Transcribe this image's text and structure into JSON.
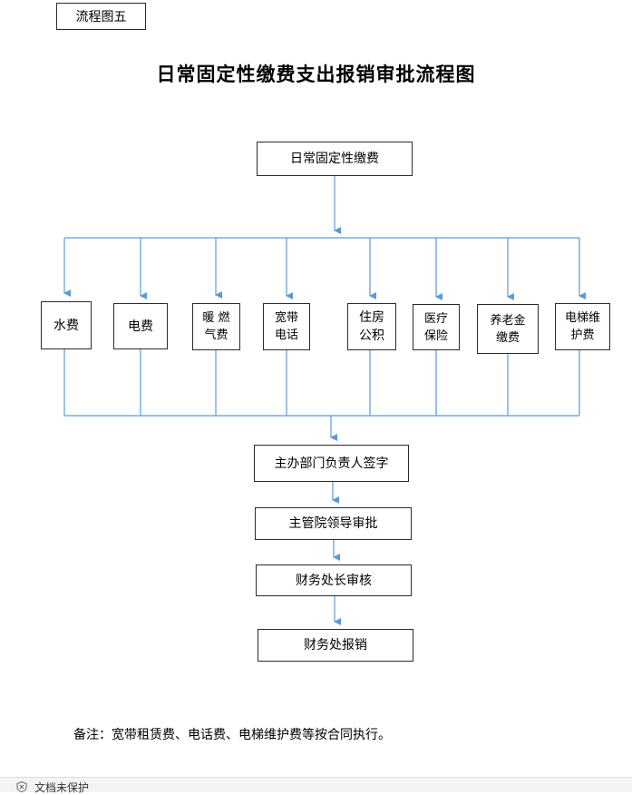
{
  "tag": "流程图五",
  "title": "日常固定性缴费支出报销审批流程图",
  "start": "日常固定性缴费",
  "categories": [
    {
      "name": "水费"
    },
    {
      "name": "电费"
    },
    {
      "name": "暖 燃\n气费"
    },
    {
      "name": "宽带\n电话"
    },
    {
      "name": "住房\n公积"
    },
    {
      "name": "医疗\n保险"
    },
    {
      "name": "养老金\n缴费"
    },
    {
      "name": "电梯维\n护费"
    }
  ],
  "steps": [
    "主办部门负责人签字",
    "主管院领导审批",
    "财务处长审核",
    "财务处报销"
  ],
  "note": "备注：宽带租赁费、电话费、电梯维护费等按合同执行。",
  "footer": "文档未保护",
  "colors": {
    "line": "#5b9bd5",
    "border": "#2b2b2b"
  }
}
